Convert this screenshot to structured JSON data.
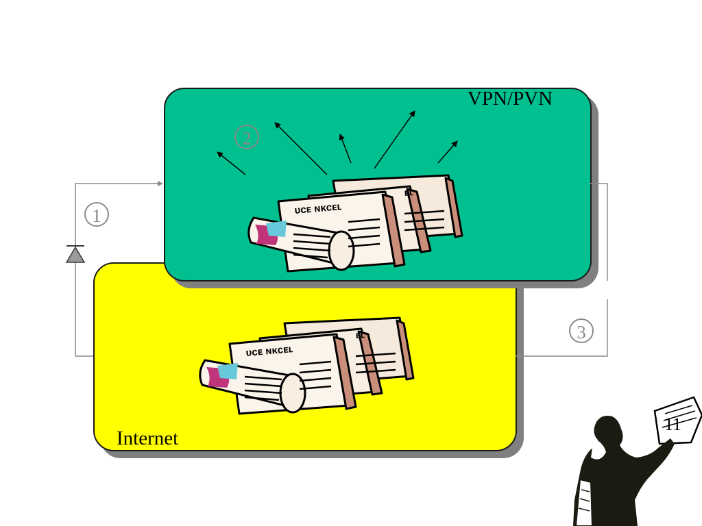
{
  "diagram": {
    "vpn_box": {
      "label": "VPN/PVN",
      "color": "#00c08f"
    },
    "internet_box": {
      "label": "Internet",
      "color": "#ffff00"
    },
    "steps": [
      "1",
      "2",
      "3"
    ],
    "arrow_color": "#808080"
  },
  "slide": {
    "page_number": "11"
  },
  "icons": [
    "newspaper-stack-icon",
    "broadcast-arrow-icon",
    "diode-icon",
    "newsboy-icon"
  ]
}
